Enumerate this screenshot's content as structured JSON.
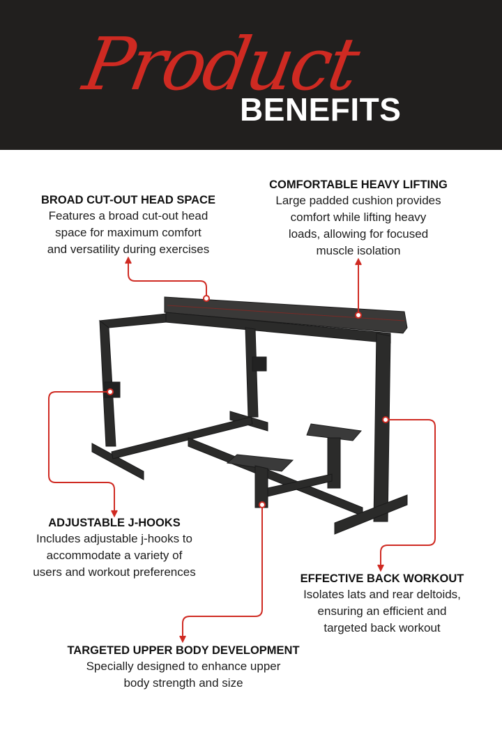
{
  "header": {
    "script_title": "Product",
    "title": "BENEFITS",
    "accent_color": "#cf2a22",
    "background_color": "#211f1e"
  },
  "product_image": {
    "description": "black steel seal row / prone bench with padded cushion, adjustable j-hooks and foot plates"
  },
  "benefits": [
    {
      "title": "BROAD CUT-OUT HEAD SPACE",
      "lines": [
        "Features a broad cut-out head",
        "space for maximum comfort",
        "and versatility during exercises"
      ]
    },
    {
      "title": "COMFORTABLE HEAVY LIFTING",
      "lines": [
        "Large padded cushion provides",
        "comfort while lifting heavy",
        "loads, allowing for focused",
        "muscle isolation"
      ]
    },
    {
      "title": "ADJUSTABLE J-HOOKS",
      "lines": [
        "Includes adjustable j-hooks to",
        "accommodate a variety of",
        "users and workout preferences"
      ]
    },
    {
      "title": "EFFECTIVE BACK WORKOUT",
      "lines": [
        "Isolates lats and rear deltoids,",
        "ensuring an efficient and",
        "targeted back workout"
      ]
    },
    {
      "title": "TARGETED UPPER BODY DEVELOPMENT",
      "lines": [
        "Specially designed to enhance upper",
        "body strength and size"
      ]
    }
  ]
}
